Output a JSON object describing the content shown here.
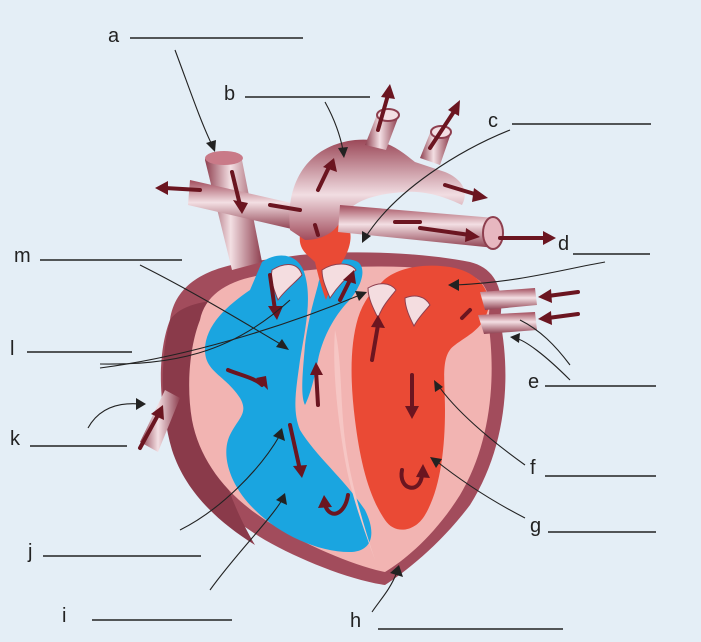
{
  "diagram": {
    "subject": "heart-cross-section",
    "colors": {
      "background": "#e4eef6",
      "muscle_dark": "#8e3f4f",
      "muscle_mid": "#b45a6a",
      "wall_pink": "#f2b4b2",
      "deoxygenated_blue": "#1aa5e0",
      "oxygenated_red": "#ea4a35",
      "flow_arrow": "#6b1520"
    },
    "labels": [
      {
        "id": "a",
        "letter": "a"
      },
      {
        "id": "b",
        "letter": "b"
      },
      {
        "id": "c",
        "letter": "c"
      },
      {
        "id": "d",
        "letter": "d"
      },
      {
        "id": "e",
        "letter": "e"
      },
      {
        "id": "f",
        "letter": "f"
      },
      {
        "id": "g",
        "letter": "g"
      },
      {
        "id": "h",
        "letter": "h"
      },
      {
        "id": "i",
        "letter": "i"
      },
      {
        "id": "j",
        "letter": "j"
      },
      {
        "id": "k",
        "letter": "k"
      },
      {
        "id": "l",
        "letter": "l"
      },
      {
        "id": "m",
        "letter": "m"
      }
    ]
  }
}
